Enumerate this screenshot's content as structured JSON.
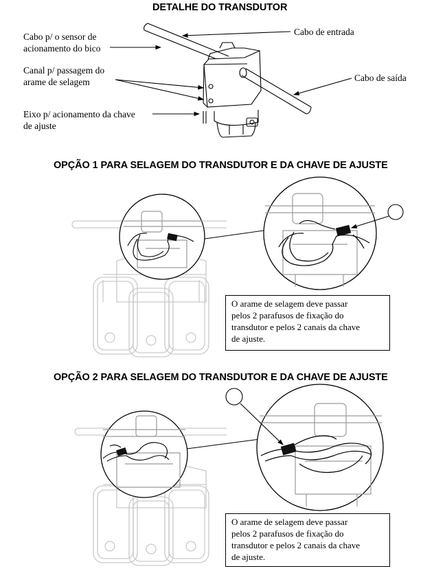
{
  "header": {
    "title": "DETALHE DO TRANSDUTOR"
  },
  "detail": {
    "labels": {
      "sensor_line1": "Cabo p/ o sensor de",
      "sensor_line2": "acionamento do bico",
      "channel_line1": "Canal p/ passagem do",
      "channel_line2": "arame de selagem",
      "shaft_line1": "Eixo p/ acionamento da chave",
      "shaft_line2": "de ajuste",
      "input_cable": "Cabo de entrada",
      "output_cable": "Cabo de saída"
    }
  },
  "option1": {
    "title": "OPÇÃO 1 PARA SELAGEM DO TRANSDUTOR E DA CHAVE DE AJUSTE",
    "note": {
      "line1": "O arame de selagem deve passar",
      "line2": "pelos 2 parafusos de fixação do",
      "line3": "transdutor e pelos 2 canais da chave",
      "line4": "de ajuste."
    }
  },
  "option2": {
    "title": "OPÇÃO 2 PARA SELAGEM DO TRANSDUTOR E DA CHAVE DE AJUSTE",
    "note": {
      "line1": "O arame de selagem deve passar",
      "line2": "pelos 2 parafusos de fixação do",
      "line3": "transdutor e pelos 2 canais da chave",
      "line4": "de ajuste."
    }
  }
}
